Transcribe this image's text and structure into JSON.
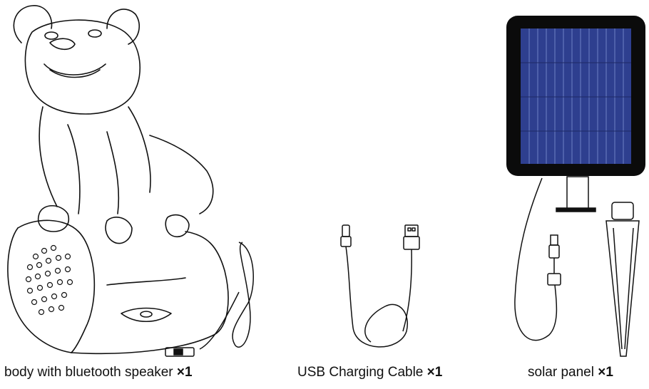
{
  "items": [
    {
      "caption": "body with  bluetooth speaker",
      "quantity": "×1"
    },
    {
      "caption": "USB Charging Cable",
      "quantity": "×1"
    },
    {
      "caption": "solar panel",
      "quantity": "×1"
    }
  ],
  "colors": {
    "line": "#111111",
    "panel_frame": "#0b0b0b",
    "cell_blue": "#2e3f8f"
  }
}
